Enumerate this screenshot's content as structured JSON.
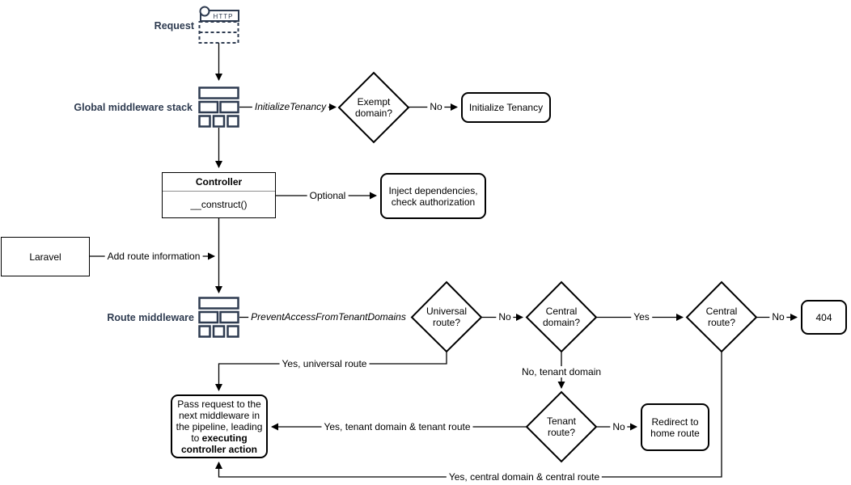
{
  "colors": {
    "label_navy": "#2e3b50",
    "shape_border": "#000000",
    "background": "#ffffff",
    "uml_divider": "#8f8f8f"
  },
  "labels": {
    "request": "Request",
    "http": "HTTP",
    "global_middleware_stack": "Global middleware stack",
    "route_middleware": "Route middleware",
    "laravel": "Laravel",
    "controller_title": "Controller",
    "controller_member": "__construct()"
  },
  "decisions": {
    "exempt_domain": "Exempt domain?",
    "universal_route": "Universal route?",
    "central_domain": "Central domain?",
    "central_route": "Central route?",
    "tenant_route": "Tenant route?"
  },
  "terminals": {
    "initialize_tenancy": "Initialize Tenancy",
    "inject_dependencies": "Inject dependencies, check authorization",
    "not_found": "404",
    "redirect_home": "Redirect to home route",
    "pass_request_text": "Pass request to the next middleware in the pipeline, leading to ",
    "pass_request_bold": "executing controller action"
  },
  "edge_labels": {
    "initialize_tenancy_middleware": "InitializeTenancy",
    "exempt_no": "No",
    "optional": "Optional",
    "add_route_information": "Add route information",
    "prevent_access_middleware": "PreventAccessFromTenantDomains",
    "universal_no": "No",
    "central_domain_yes": "Yes",
    "central_route_no": "No",
    "universal_yes": "Yes, universal route",
    "central_domain_no": "No, tenant domain",
    "tenant_yes": "Yes, tenant domain & tenant route",
    "tenant_no": "No",
    "central_route_yes": "Yes, central domain & central route"
  },
  "icons": {
    "request": "http-request-icon",
    "global_middleware": "middleware-stack-icon",
    "route_middleware": "middleware-stack-icon"
  }
}
